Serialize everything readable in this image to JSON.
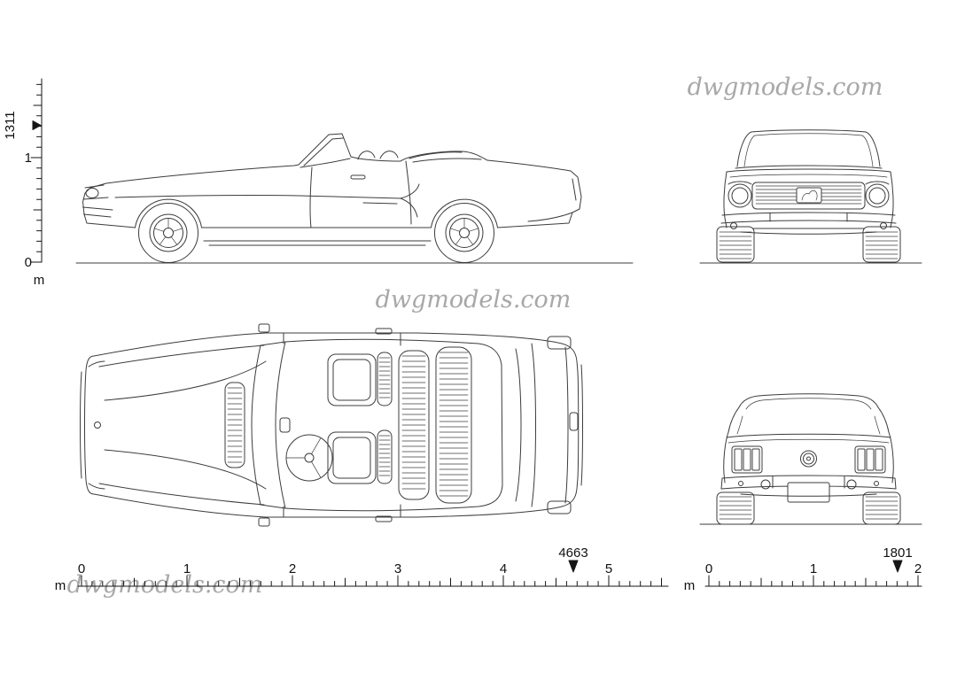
{
  "watermark": {
    "text": "dwgmodels.com"
  },
  "rulers": {
    "height": {
      "marker_value": "1311",
      "unit": "m",
      "tick_labels": [
        "0",
        "1"
      ]
    },
    "length": {
      "marker_value": "4663",
      "unit": "m",
      "tick_labels": [
        "0",
        "1",
        "2",
        "3",
        "4",
        "5"
      ]
    },
    "width": {
      "marker_value": "1801",
      "unit": "m",
      "tick_labels": [
        "0",
        "1",
        "2"
      ]
    }
  }
}
